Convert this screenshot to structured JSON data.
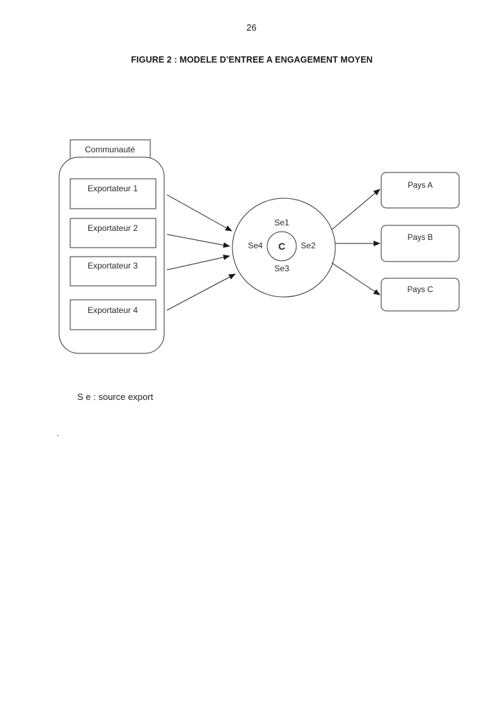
{
  "page": {
    "number": "26"
  },
  "figure": {
    "title": "FIGURE 2 : MODELE D’ENTREE A ENGAGEMENT MOYEN",
    "community": {
      "label": "Communauté",
      "exporters": [
        "Exportateur 1",
        "Exportateur 2",
        "Exportateur 3",
        "Exportateur 4"
      ]
    },
    "hub": {
      "center_label": "C",
      "sources": {
        "top": "Se1",
        "right": "Se2",
        "bottom": "Se3",
        "left": "Se4"
      }
    },
    "countries": [
      "Pays A",
      "Pays B",
      "Pays C"
    ],
    "legend": "S e : source export"
  }
}
